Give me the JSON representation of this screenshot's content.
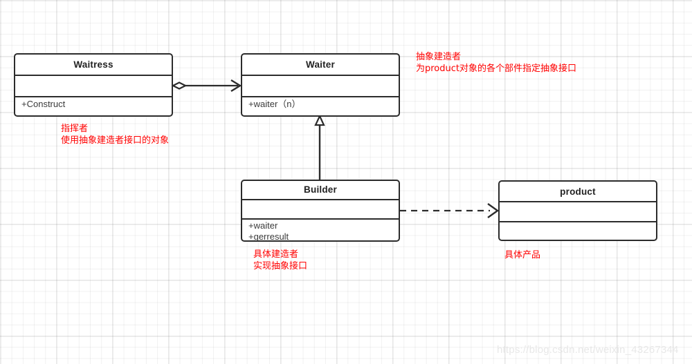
{
  "diagram": {
    "type": "uml-class-diagram",
    "pattern": "Builder",
    "background": "#ffffff",
    "grid_color": "#e6e6e6",
    "line_color": "#2b2b2b",
    "annotation_color": "#ff0000"
  },
  "classes": [
    {
      "id": "waitress",
      "name": "Waitress",
      "attributes": [],
      "operations": [
        "+Construct"
      ]
    },
    {
      "id": "waiter",
      "name": "Waiter",
      "attributes": [],
      "operations": [
        "+waiter（n）"
      ]
    },
    {
      "id": "builder",
      "name": "Builder",
      "attributes": [],
      "operations": [
        "+waiter",
        "+gerresult"
      ]
    },
    {
      "id": "product",
      "name": "product",
      "attributes": [],
      "operations": []
    }
  ],
  "annotations": [
    {
      "id": "ann-waitress",
      "target": "waitress",
      "lines": [
        "指挥者",
        "使用抽象建造者接口的对象"
      ],
      "text": "指挥者\n使用抽象建造者接口的对象"
    },
    {
      "id": "ann-waiter",
      "target": "waiter",
      "lines": [
        "抽象建造者",
        "为product对象的各个部件指定抽象接口"
      ],
      "text": "抽象建造者\n为product对象的各个部件指定抽象接口"
    },
    {
      "id": "ann-builder",
      "target": "builder",
      "lines": [
        "具体建造者",
        "实现抽象接口"
      ],
      "text": "具体建造者\n实现抽象接口"
    },
    {
      "id": "ann-product",
      "target": "product",
      "lines": [
        "具体产品"
      ],
      "text": "具体产品"
    }
  ],
  "relationships": [
    {
      "id": "waitress-waiter",
      "kind": "aggregation",
      "from": "waitress",
      "to": "waiter",
      "style": "solid",
      "source_decoration": "open-diamond",
      "target_decoration": "open-arrow"
    },
    {
      "id": "builder-waiter",
      "kind": "generalization",
      "from": "builder",
      "to": "waiter",
      "style": "solid",
      "source_decoration": "none",
      "target_decoration": "hollow-triangle"
    },
    {
      "id": "builder-product",
      "kind": "dependency",
      "from": "builder",
      "to": "product",
      "style": "dashed",
      "source_decoration": "none",
      "target_decoration": "open-arrow"
    }
  ],
  "watermark": {
    "text": "https://blog.csdn.net/weixin_43267344"
  }
}
